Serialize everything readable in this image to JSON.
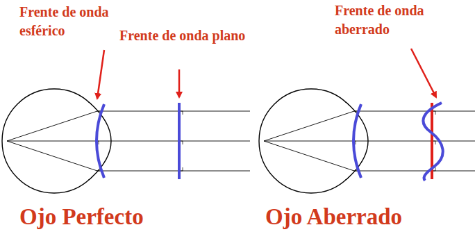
{
  "diagram": {
    "labels": [
      "Frente de onda esférico",
      "Frente de onda plano",
      "Frente de onda aberrado",
      "Ojo Perfecto",
      "Ojo Aberrado"
    ]
  }
}
